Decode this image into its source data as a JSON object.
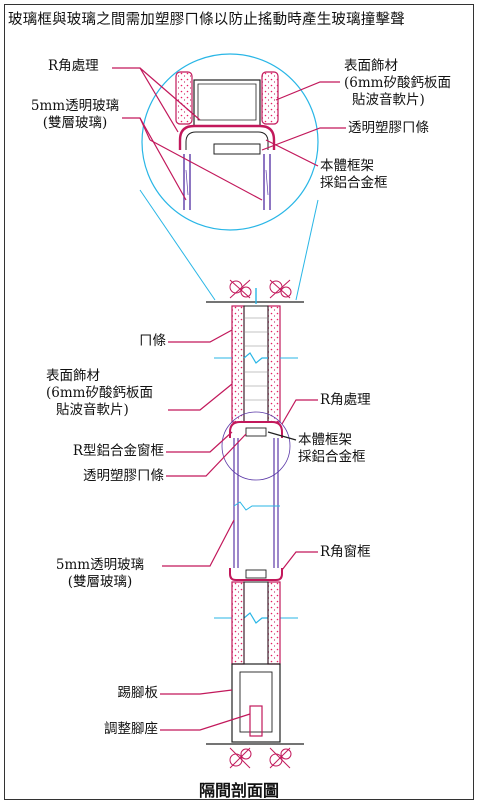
{
  "header_note": "玻璃框與玻璃之間需加塑膠ㄇ條以防止搖動時產生玻璃撞擊聲",
  "detail_labels": {
    "r_corner": "R角處理",
    "glass_5mm": "5mm透明玻璃",
    "glass_double": "(雙層玻璃)",
    "finish_title": "表面飾材",
    "finish_line2": "(6mm矽酸鈣板面",
    "finish_line3": "貼波音軟片)",
    "pvc_channel": "透明塑膠ㄇ條",
    "body_frame": "本體框架",
    "alu_frame": "採鋁合金框"
  },
  "section_labels": {
    "channel": "ㄇ條",
    "finish_title": "表面飾材",
    "finish_line2": "(6mm矽酸鈣板面",
    "finish_line3": "貼波音軟片)",
    "r_corner": "R角處理",
    "r_alu_window_frame": "R型鋁合金窗框",
    "body_frame": "本體框架",
    "alu_frame": "採鋁合金框",
    "pvc_channel": "透明塑膠ㄇ條",
    "glass_5mm": "5mm透明玻璃",
    "glass_double": "(雙層玻璃)",
    "r_window_frame": "R角窗框",
    "kickboard": "踢腳板",
    "adjust_foot": "調整腳座"
  },
  "title": "隔間剖面圖",
  "colors": {
    "leader": "#c2185b",
    "accent": "#e91e63",
    "cyan": "#29b6e6",
    "glass": "#5c3aa8",
    "line": "#222222"
  }
}
